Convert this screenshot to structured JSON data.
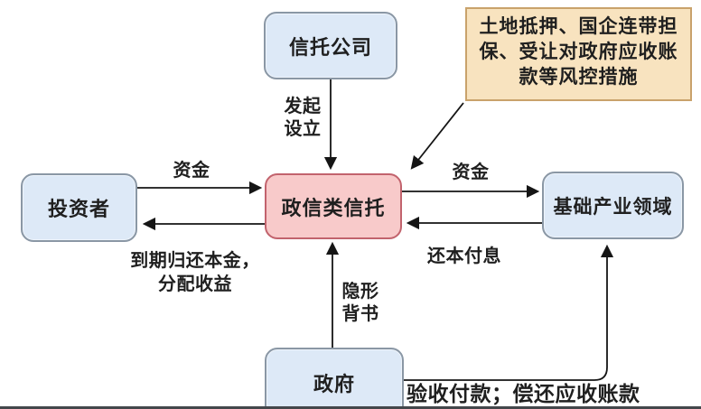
{
  "nodes": {
    "trust_company": {
      "label": "信托公司"
    },
    "risk_note": {
      "label": "土地抵押、国企连带担保、受让对政府应收账款等风控措施"
    },
    "investor": {
      "label": "投资者"
    },
    "trust_center": {
      "label": "政信类信托"
    },
    "industry": {
      "label": "基础产业领域"
    },
    "government": {
      "label": "政府"
    }
  },
  "edges": {
    "initiate": {
      "label": "发起设立",
      "from": "trust_company",
      "to": "trust_center"
    },
    "funds_left": {
      "label": "资金",
      "from": "investor",
      "to": "trust_center"
    },
    "return_principal": {
      "label": "到期归还本金，分配收益",
      "from": "trust_center",
      "to": "investor"
    },
    "funds_right": {
      "label": "资金",
      "from": "trust_center",
      "to": "industry"
    },
    "repay_interest": {
      "label": "还本付息",
      "from": "industry",
      "to": "trust_center"
    },
    "implicit_endorsement": {
      "label": "隐形背书",
      "from": "government",
      "to": "trust_center"
    },
    "risk_measures": {
      "label": "",
      "from": "risk_note",
      "to": "trust_center"
    },
    "acceptance_payment": {
      "label": "验收付款；偿还应收账款",
      "from": "government",
      "to": "industry"
    }
  },
  "colors": {
    "node_blue_fill": "#dde9f7",
    "node_blue_border": "#8a97a5",
    "node_pink_fill": "#f8caca",
    "node_pink_border": "#c2636d",
    "note_yellow_fill": "#f8e3bf",
    "note_yellow_border": "#c9a26b",
    "arrow": "#151515",
    "background": "#ffffff"
  }
}
